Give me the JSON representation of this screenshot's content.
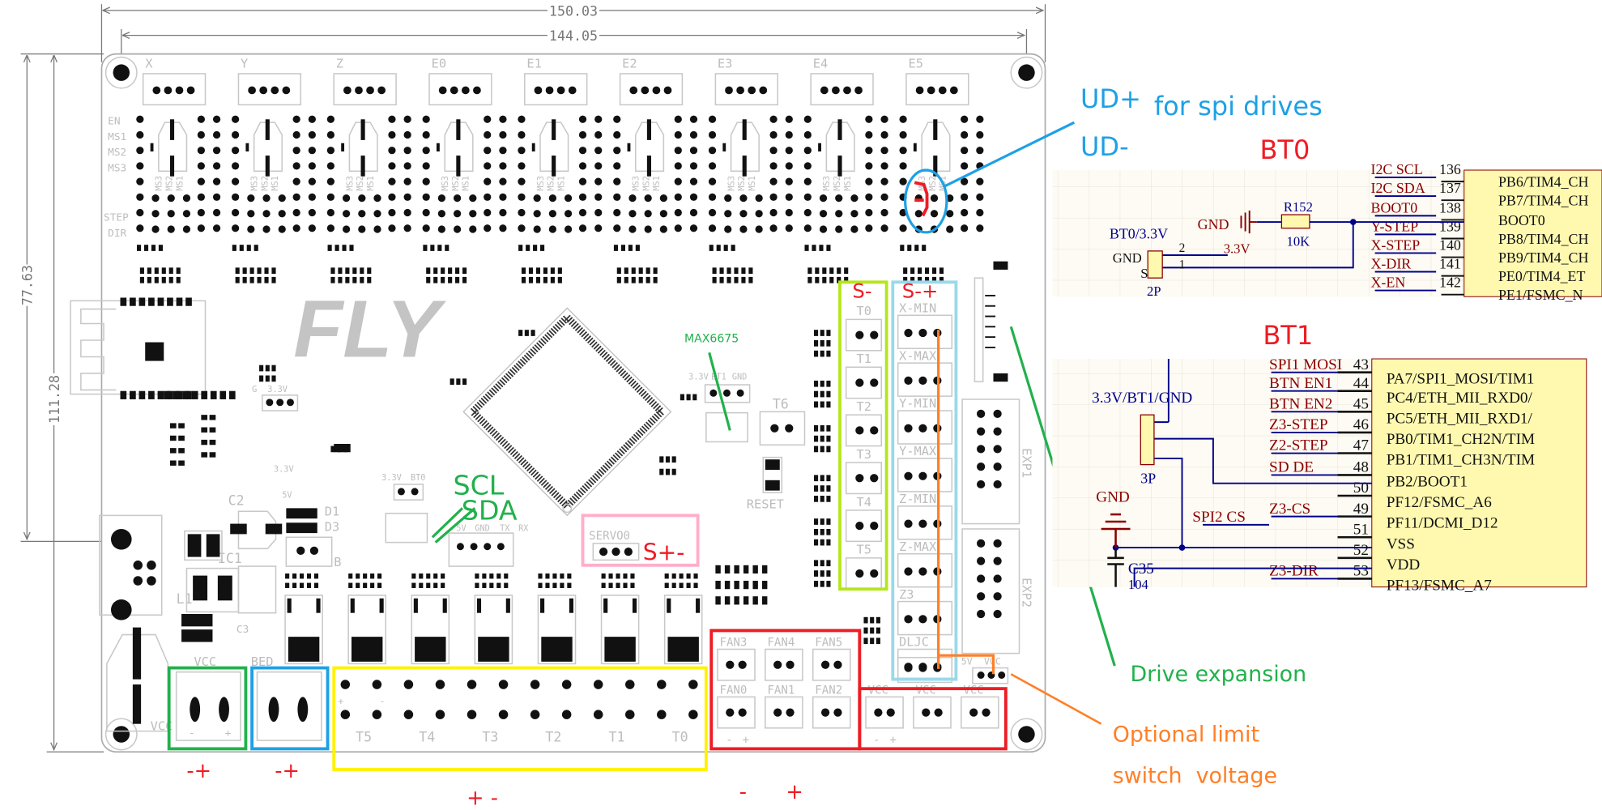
{
  "dimensions": {
    "width_outer": "150.03",
    "width_inner": "144.05",
    "height_inner": "77.63",
    "height_outer": "111.28"
  },
  "board": {
    "logo": "FLY",
    "drivers": [
      "X",
      "Y",
      "Z",
      "E0",
      "E1",
      "E2",
      "E3",
      "E4",
      "E5"
    ],
    "driver_pin_labels": [
      "EN",
      "MS1",
      "MS2",
      "MS3",
      "STEP",
      "DIR"
    ],
    "ms_labels": [
      "MS3",
      "MS2",
      "MS1"
    ],
    "g_33v": [
      "G",
      "3.3V"
    ],
    "bt0_header": [
      "3.3V",
      "BT0"
    ],
    "bt1_header": [
      "3.3V",
      "BT1",
      "GND"
    ],
    "uart_header": [
      "5V",
      "GND",
      "TX",
      "RX"
    ],
    "labels": {
      "c2": "C2",
      "c3": "C3",
      "ic1": "IC1",
      "l1": "L1",
      "d1": "D1",
      "d3": "D3",
      "b": "B",
      "v33": "3.3V",
      "v5": "5V",
      "t6": "T6",
      "reset": "RESET",
      "servo": "SERVO0",
      "vcc": "VCC",
      "bed": "BED",
      "vcc_side": "VCC",
      "exp1": "EXP1",
      "exp2": "EXP2",
      "lim_v": [
        "5V",
        "VCC"
      ]
    },
    "thermistors": [
      "T0",
      "T1",
      "T2",
      "T3",
      "T4",
      "T5"
    ],
    "endstops": [
      "X-MIN",
      "X-MAX",
      "Y-MIN",
      "Y-MAX",
      "Z-MIN",
      "Z-MAX",
      "Z3",
      "DLJC"
    ],
    "heaters": [
      "T5",
      "T4",
      "T3",
      "T2",
      "T1",
      "T0"
    ],
    "heater_pol": [
      "+",
      "-"
    ],
    "fans_top": [
      "FAN3",
      "FAN4",
      "FAN5"
    ],
    "fans_bottom": [
      "FAN0",
      "FAN1",
      "FAN2"
    ],
    "vcc_fans": [
      "VCC",
      "VCC",
      "VCC"
    ],
    "pol": [
      "-",
      "+"
    ]
  },
  "annotations": {
    "ud_plus": "UD+",
    "spi": "for spi drives",
    "ud_minus": "UD-",
    "bt0": "BT0",
    "bt1": "BT1",
    "max6675": "MAX6675",
    "scl": "SCL",
    "sda": "SDA",
    "servo_pol": "S+-",
    "t_pol": "S-",
    "end_pol": "S-+",
    "drive_expansion": "Drive expansion",
    "optional_1": "Optional limit",
    "optional_2": "switch  voltage",
    "vcc_pol": "-+",
    "bed_pol": "-+",
    "heater_pol": "+ -",
    "fan_minus": "-",
    "fan_plus": "+",
    "colors": {
      "blue": "#1ea0e6",
      "red": "#ee1c24",
      "green": "#22b14c",
      "yellow": "#fff200",
      "lime": "#b5e61d",
      "lightblue": "#99d9ea",
      "pink": "#ffaec9",
      "orange": "#ff7f27"
    }
  },
  "schematic_bt0": {
    "connector": "BT0/3.3V",
    "pins": [
      "2",
      "1"
    ],
    "pin_names": [
      "GND",
      "S"
    ],
    "type": "2P",
    "gnd": "GND",
    "v33": "3.3V",
    "resistor": "R152",
    "value": "10K",
    "nets": [
      "I2C SCL",
      "I2C SDA",
      "BOOT0",
      "Y-STEP",
      "X-STEP",
      "X-DIR",
      "X-EN"
    ],
    "numbers": [
      "136",
      "137",
      "138",
      "139",
      "140",
      "141",
      "142"
    ],
    "mcu_pins": [
      "PB6/TIM4_CH",
      "PB7/TIM4_CH",
      "BOOT0",
      "PB8/TIM4_CH",
      "PB9/TIM4_CH",
      "PE0/TIM4_ET",
      "PE1/FSMC_N"
    ]
  },
  "schematic_bt1": {
    "connector": "3.3V/BT1/GND",
    "type": "3P",
    "gnd": "GND",
    "cap": "C35",
    "cap_value": "104",
    "spi": "SPI2 CS",
    "nets": [
      "SPI1 MOSI",
      "BTN EN1",
      "BTN EN2",
      "Z3-STEP",
      "Z2-STEP",
      "SD DE",
      "",
      "Z3-CS",
      "",
      "",
      "Z3-DIR"
    ],
    "numbers": [
      "43",
      "44",
      "45",
      "46",
      "47",
      "48",
      "50",
      "49",
      "51",
      "52",
      "53"
    ],
    "mcu_pins": [
      "PA7/SPI1_MOSI/TIM1",
      "PC4/ETH_MII_RXD0/",
      "PC5/ETH_MII_RXD1/",
      "PB0/TIM1_CH2N/TIM",
      "PB1/TIM1_CH3N/TIM",
      "PB2/BOOT1",
      "PF12/FSMC_A6",
      "PF11/DCMI_D12",
      "VSS",
      "VDD",
      "PF13/FSMC_A7"
    ]
  }
}
